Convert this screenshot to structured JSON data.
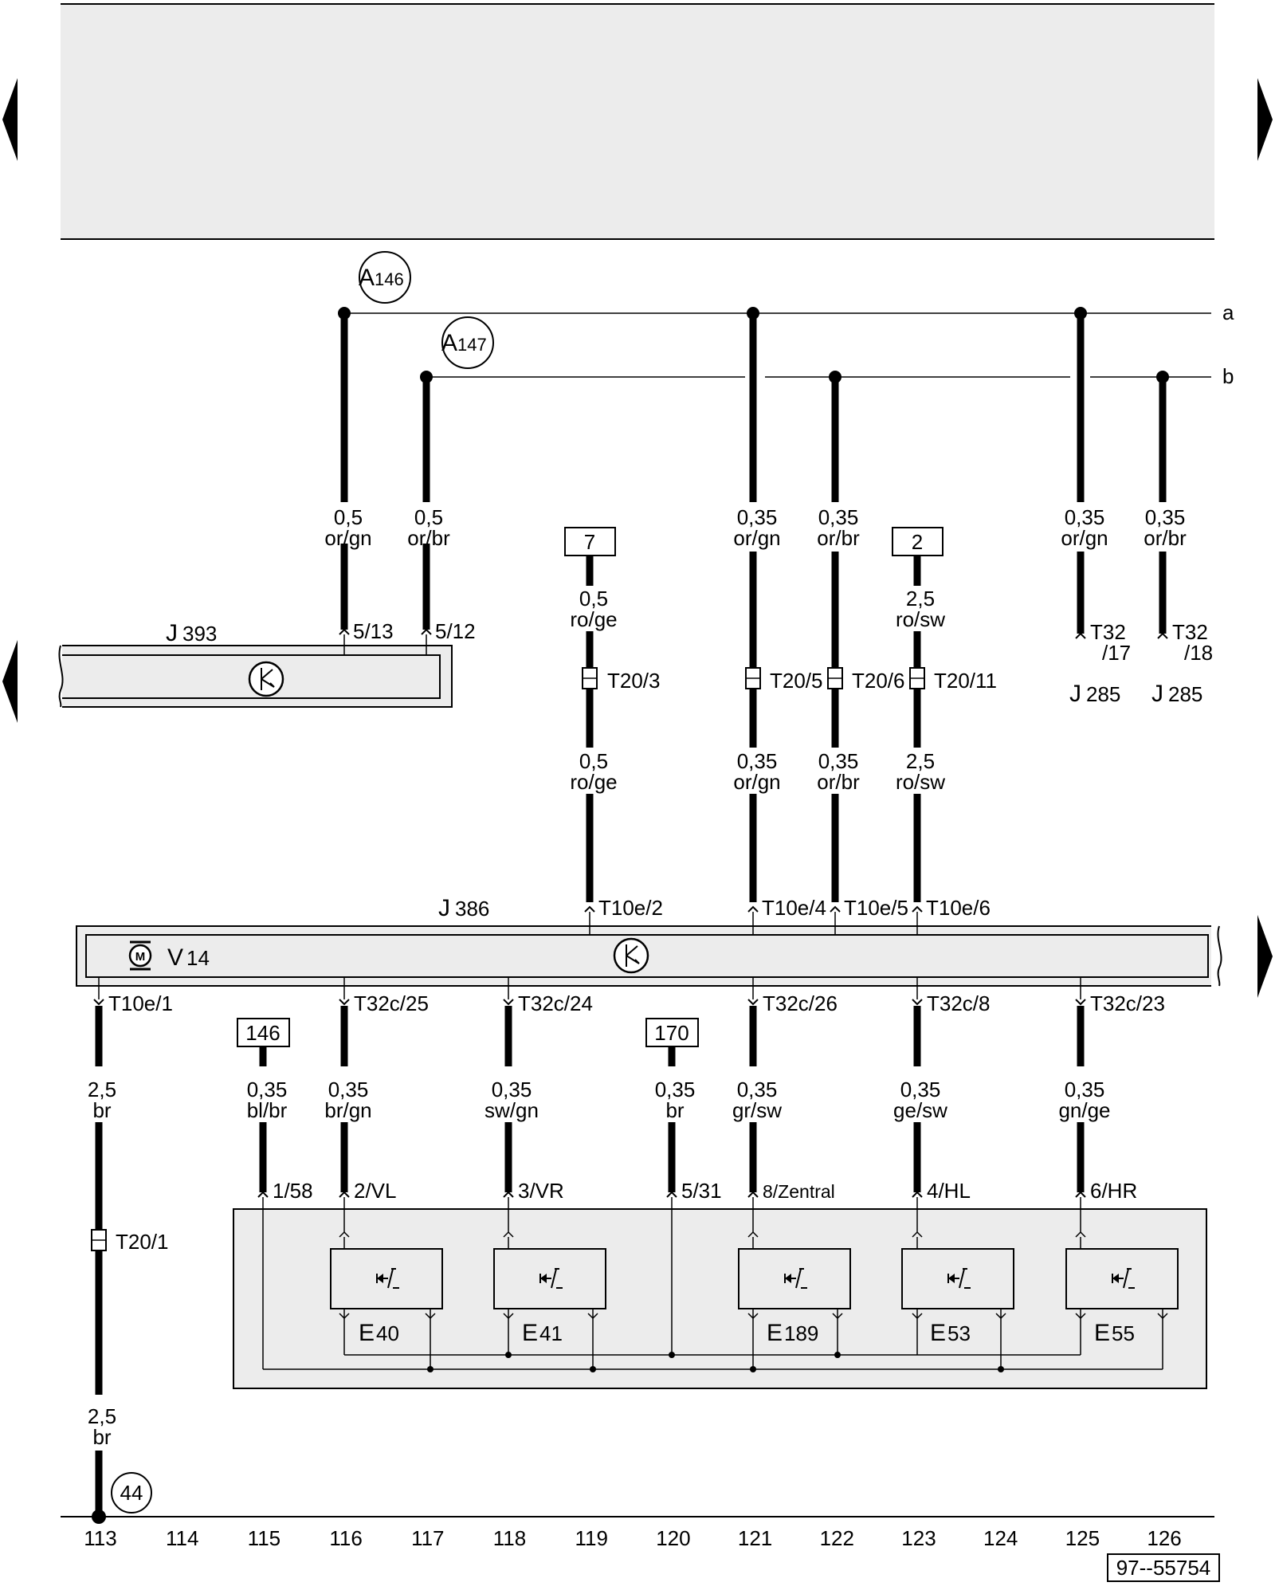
{
  "buses": {
    "a": "a",
    "b": "b"
  },
  "connectors": {
    "A146": {
      "letter": "A",
      "num": "146"
    },
    "A147": {
      "letter": "A",
      "num": "147"
    },
    "c44": "44"
  },
  "refs": {
    "r7": "7",
    "r2": "2",
    "r146": "146",
    "r170": "170"
  },
  "wires": {
    "w1_gauge": "0,5",
    "w1_color": "or/gn",
    "w2_gauge": "0,5",
    "w2_color": "or/br",
    "w3u_gauge": "0,5",
    "w3u_color": "ro/ge",
    "w3l_gauge": "0,5",
    "w3l_color": "ro/ge",
    "w4u_gauge": "0,35",
    "w4u_color": "or/gn",
    "w4l_gauge": "0,35",
    "w4l_color": "or/gn",
    "w5u_gauge": "0,35",
    "w5u_color": "or/br",
    "w5l_gauge": "0,35",
    "w5l_color": "or/br",
    "w6u_gauge": "2,5",
    "w6u_color": "ro/sw",
    "w6l_gauge": "2,5",
    "w6l_color": "ro/sw",
    "w7_gauge": "0,35",
    "w7_color": "or/gn",
    "w8_gauge": "0,35",
    "w8_color": "or/br",
    "b1_gauge": "2,5",
    "b1_color": "br",
    "b1l_gauge": "2,5",
    "b1l_color": "br",
    "b2_gauge": "0,35",
    "b2_color": "bl/br",
    "b3_gauge": "0,35",
    "b3_color": "br/gn",
    "b4_gauge": "0,35",
    "b4_color": "sw/gn",
    "b5_gauge": "0,35",
    "b5_color": "br",
    "b6_gauge": "0,35",
    "b6_color": "gr/sw",
    "b7_gauge": "0,35",
    "b7_color": "ge/sw",
    "b8_gauge": "0,35",
    "b8_color": "gn/ge"
  },
  "pins": {
    "p513": "5/13",
    "p512": "5/12",
    "t20_3": "T20/3",
    "t20_5": "T20/5",
    "t20_6": "T20/6",
    "t20_11": "T20/11",
    "t20_1": "T20/1",
    "t32_17a": "T32",
    "t32_17b": "/17",
    "t32_18a": "T32",
    "t32_18b": "/18",
    "t10e2": "T10e/2",
    "t10e4": "T10e/4",
    "t10e5": "T10e/5",
    "t10e6": "T10e/6",
    "t10e1": "T10e/1",
    "t32c25": "T32c/25",
    "t32c24": "T32c/24",
    "t32c26": "T32c/26",
    "t32c8": "T32c/8",
    "t32c23": "T32c/23",
    "s158": "1/58",
    "s2vl": "2/VL",
    "s3vr": "3/VR",
    "s531": "5/31",
    "s8z": "8/Zentral",
    "s4hl": "4/HL",
    "s6hr": "6/HR"
  },
  "components": {
    "j393": {
      "letter": "J",
      "num": "393"
    },
    "j386": {
      "letter": "J",
      "num": "386"
    },
    "j285a": {
      "letter": "J",
      "num": "285"
    },
    "j285b": {
      "letter": "J",
      "num": "285"
    },
    "v14": {
      "letter": "V",
      "num": "14"
    },
    "e40": {
      "letter": "E",
      "num": "40"
    },
    "e41": {
      "letter": "E",
      "num": "41"
    },
    "e189": {
      "letter": "E",
      "num": "189"
    },
    "e53": {
      "letter": "E",
      "num": "53"
    },
    "e55": {
      "letter": "E",
      "num": "55"
    }
  },
  "motor_symbol": "M",
  "tracks": [
    "113",
    "114",
    "115",
    "116",
    "117",
    "118",
    "119",
    "120",
    "121",
    "122",
    "123",
    "124",
    "125",
    "126"
  ],
  "figure_id": "97--55754"
}
